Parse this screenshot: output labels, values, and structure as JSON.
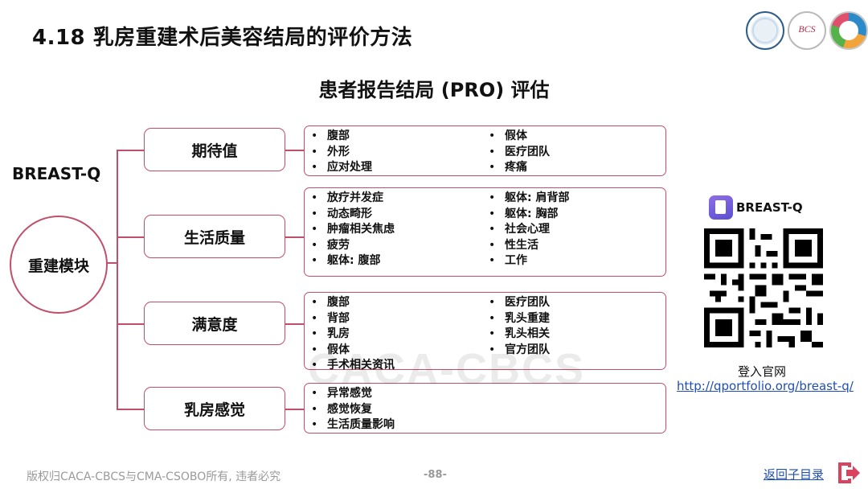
{
  "slide": {
    "title": "4.18 乳房重建术后美容结局的评价方法",
    "subtitle": "患者报告结局 (PRO) 评估",
    "instrument_label": "BREAST-Q",
    "root_node": "重建模块",
    "watermark": "CACA-CBCS",
    "logos": [
      "chinese-society-logo",
      "BCS",
      "cacacbcs-logo"
    ],
    "logo2_text": "BCS"
  },
  "modules": [
    {
      "name": "期待值",
      "items_left": [
        "腹部",
        "外形",
        "应对处理"
      ],
      "items_right": [
        "假体",
        "医疗团队",
        "疼痛"
      ]
    },
    {
      "name": "生活质量",
      "items_left": [
        "放疗并发症",
        "动态畸形",
        "肿瘤相关焦虑",
        "疲劳",
        "躯体: 腹部"
      ],
      "items_right": [
        "躯体: 肩背部",
        "躯体: 胸部",
        "社会心理",
        "性生活",
        "工作"
      ]
    },
    {
      "name": "满意度",
      "items_left": [
        "腹部",
        "背部",
        "乳房",
        "假体",
        "手术相关资讯"
      ],
      "items_right": [
        "医疗团队",
        "乳头重建",
        "乳头相关",
        "官方团队"
      ]
    },
    {
      "name": "乳房感觉",
      "items_left": [
        "异常感觉",
        "感觉恢复",
        "生活质量影响"
      ],
      "items_right": []
    }
  ],
  "qr": {
    "app_label": "BREAST-Q",
    "caption": "登入官网",
    "url": "http://qportfolio.org/breast-q/"
  },
  "footer": {
    "copyright": "版权归CACA-CBCS与CMA-CSOBO所有, 违者必究",
    "page": "-88-",
    "back_link": "返回子目录"
  },
  "colors": {
    "accent": "#c0506a",
    "link": "#1f4fb5",
    "footer_text": "#9a9a9a",
    "back_icon": "#d9435e"
  }
}
